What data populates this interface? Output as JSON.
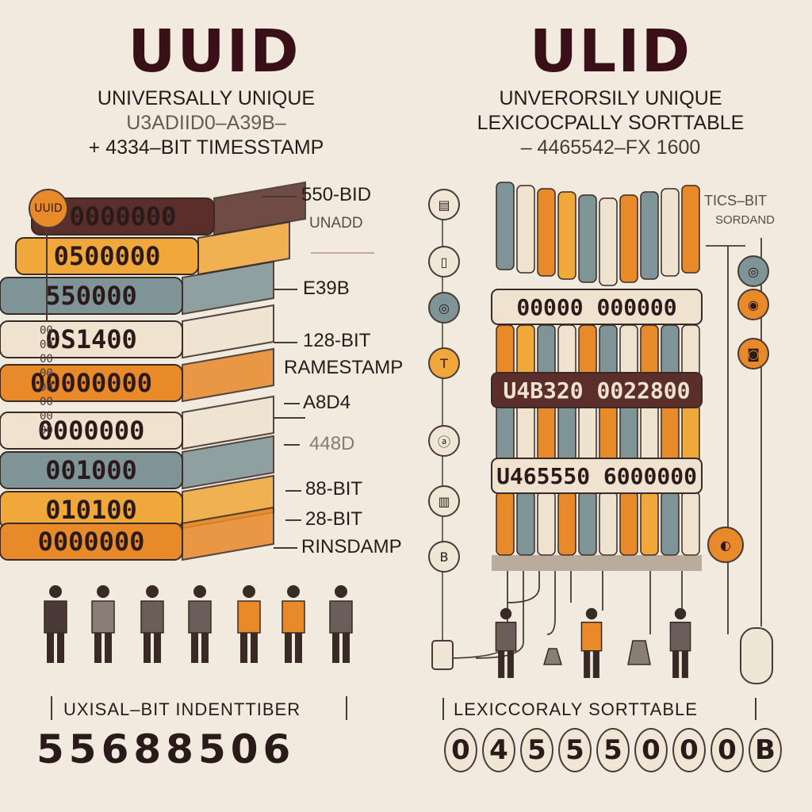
{
  "uuid": {
    "title": "UUID",
    "subtitle_1": "UNIVERSALLY UNIQUE",
    "subtitle_2": "U3ADIID0–A39B–",
    "subtitle_3": "+ 4334–BIT TIMESSTAMP",
    "badge": "UUID",
    "labels": [
      "550-BID",
      "UNADD",
      "E39B",
      "128-BIT",
      "RAMESTAMP",
      "A8D4",
      "448D",
      "88-BIT",
      "28-BIT",
      "RINSDAMP"
    ],
    "left_column": "0000000000000000",
    "block_rows": [
      "0000000",
      "0500000",
      "550000",
      "0S1400",
      "00000000",
      "0000000",
      "001000",
      "010100",
      "0000000"
    ],
    "caption": "UXISAL–BIT INDENTTIBER",
    "number": "55688506"
  },
  "ulid": {
    "title": "ULID",
    "subtitle_1": "UNVERORSILY UNIQUE",
    "subtitle_2": "LEXICOCPALLY SORTTABLE",
    "subtitle_3": "– 4465542–FX 1600",
    "labels": [
      "TICS–BIT",
      "SORDAND"
    ],
    "band_1": "00000 000000",
    "band_2": "U4B320 0022800",
    "band_3": "U465550 6000000",
    "caption": "LEXICCORALY SORTTABLE",
    "digits": [
      "0",
      "4",
      "5",
      "5",
      "5",
      "0",
      "0",
      "0",
      "B"
    ]
  },
  "colors": {
    "orange": "#e8892a",
    "amber": "#f0a83a",
    "slate": "#7f9497",
    "cream": "#efe3cf",
    "maroon": "#5a2e2a",
    "ink": "#2b1a1a"
  },
  "icons": [
    "person-icon",
    "document-icon",
    "coin-icon",
    "lock-icon"
  ]
}
